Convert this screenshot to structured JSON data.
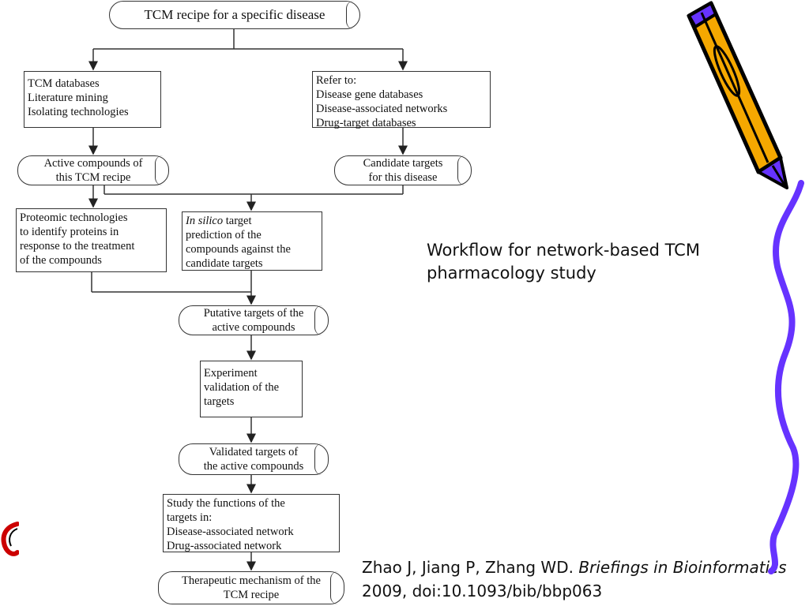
{
  "nodes": {
    "recipe": "TCM recipe for a specific disease",
    "tcm_sources": [
      "TCM databases",
      "Literature mining",
      "Isolating technologies"
    ],
    "refer_to": [
      "Refer to:",
      "Disease gene databases",
      "Disease-associated networks",
      "Drug-target databases"
    ],
    "active_compounds": [
      "Active compounds of",
      "this TCM recipe"
    ],
    "candidate_targets": [
      "Candidate targets",
      "for this disease"
    ],
    "proteomic": [
      "Proteomic technologies",
      "to identify proteins in",
      "response to the treatment",
      "of the compounds"
    ],
    "in_silico": {
      "italic": "In silico",
      "rest": " target",
      "lines": [
        "prediction of the",
        "compounds against the",
        "candidate targets"
      ]
    },
    "putative_targets": [
      "Putative targets of the",
      "active compounds"
    ],
    "experiment": [
      "Experiment",
      "validation of the",
      "targets"
    ],
    "validated_targets": [
      "Validated targets of",
      "the active compounds"
    ],
    "study_functions": [
      "Study the functions of the",
      "targets in:",
      "Disease-associated network",
      "Drug-associated network"
    ],
    "therapeutic": [
      "Therapeutic mechanism of the",
      "TCM recipe"
    ]
  },
  "caption": {
    "title": "Workflow for network-based TCM pharmacology study",
    "reference_authors": "Zhao J, Jiang P, Zhang WD. ",
    "reference_journal": "Briefings in Bioinformatics",
    "reference_tail": " 2009, doi:10.1093/bib/bbp063"
  },
  "colors": {
    "pencil_body": "#f5a800",
    "pencil_outline": "#000000",
    "pencil_accent": "#6633ff",
    "squiggle": "#6633ff",
    "corner_mark": "#cc0000"
  }
}
